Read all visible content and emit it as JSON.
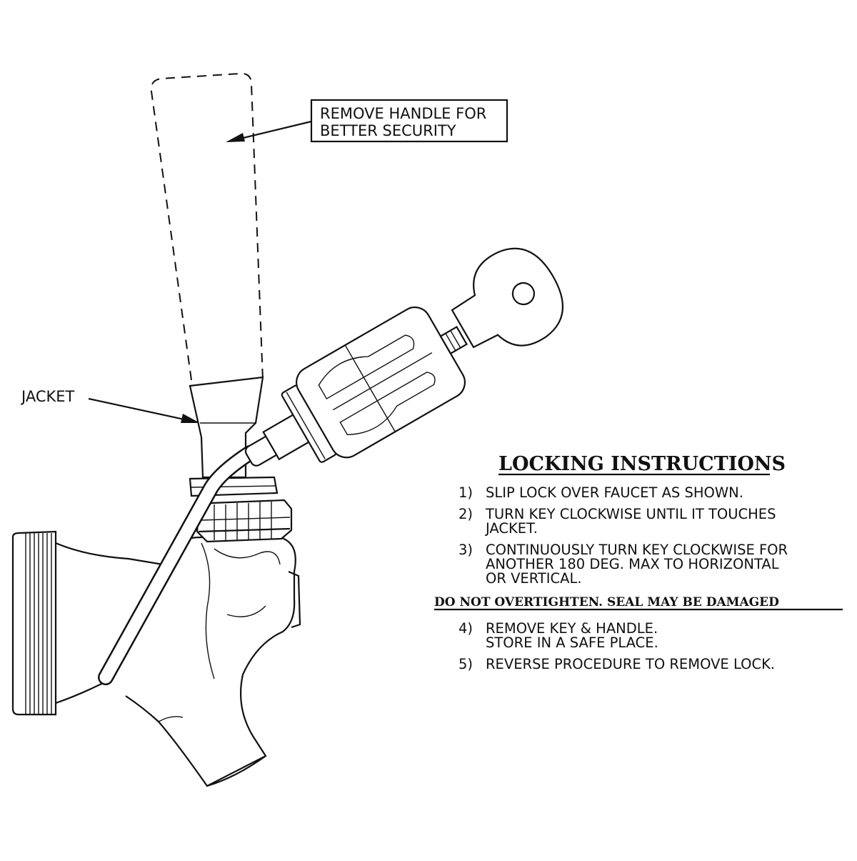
{
  "callouts": {
    "handle_line1": "REMOVE HANDLE FOR",
    "handle_line2": "BETTER SECURITY",
    "jacket": "JACKET"
  },
  "instructions": {
    "title": "LOCKING INSTRUCTIONS",
    "steps": [
      {
        "num": "1)",
        "lines": [
          "SLIP LOCK OVER FAUCET AS SHOWN."
        ]
      },
      {
        "num": "2)",
        "lines": [
          "TURN KEY CLOCKWISE UNTIL IT TOUCHES",
          "JACKET."
        ]
      },
      {
        "num": "3)",
        "lines": [
          "CONTINUOUSLY TURN KEY CLOCKWISE FOR",
          "ANOTHER 180 DEG. MAX TO HORIZONTAL",
          "OR VERTICAL."
        ]
      },
      {
        "num": "4)",
        "lines": [
          "REMOVE KEY & HANDLE.",
          "STORE IN A SAFE PLACE."
        ]
      },
      {
        "num": "5)",
        "lines": [
          "REVERSE PROCEDURE TO REMOVE LOCK."
        ]
      }
    ],
    "warning": "DO NOT OVERTIGHTEN. SEAL MAY BE DAMAGED"
  }
}
